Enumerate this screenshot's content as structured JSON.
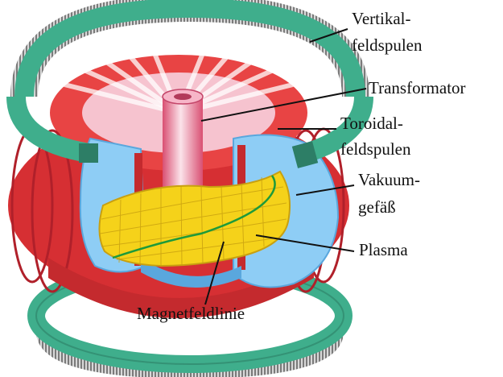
{
  "labels": {
    "vertical_coils_line1": "Vertikal-",
    "vertical_coils_line2": "feldspulen",
    "transformer": "Transformator",
    "toroidal_coils_line1": "Toroidal-",
    "toroidal_coils_line2": "feldspulen",
    "vacuum_vessel_line1": "Vakuum-",
    "vacuum_vessel_line2": "gefäß",
    "plasma": "Plasma",
    "field_line": "Magnetfeldlinie"
  },
  "colors": {
    "vertical_coil": "#3fae8c",
    "vertical_coil_dark": "#2d7e66",
    "toroidal_coil": "#e33a3a",
    "toroidal_coil_dark": "#b0202a",
    "transformer": "#f2a2b8",
    "vacuum_vessel": "#8ecdf5",
    "vacuum_vessel_dark": "#5aa7dd",
    "plasma": "#f5d21a",
    "plasma_grid": "#c8a010",
    "field_line": "#1e9a3a",
    "leader_line": "#111111"
  }
}
